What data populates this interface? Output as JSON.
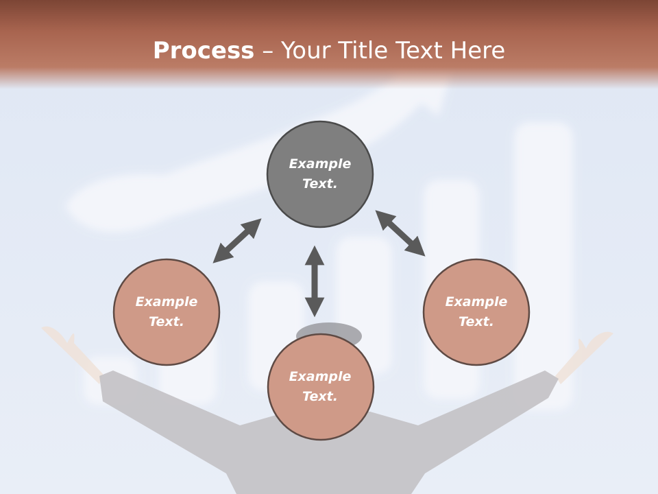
{
  "title": {
    "bold": "Process",
    "rest": " – Your Title Text Here"
  },
  "nodes": [
    {
      "id": "top",
      "line1": "Example",
      "line2": "Text.",
      "fill": "#7f7f7f"
    },
    {
      "id": "left",
      "line1": "Example",
      "line2": "Text.",
      "fill": "#cf9a88"
    },
    {
      "id": "bottom",
      "line1": "Example",
      "line2": "Text.",
      "fill": "#cf9a88"
    },
    {
      "id": "right",
      "line1": "Example",
      "line2": "Text.",
      "fill": "#cf9a88"
    }
  ],
  "colors": {
    "title_band": "#a8644f",
    "circle_stroke": "#4a4a4a",
    "arrow": "#5a5a5a",
    "background_sky": "#e6ecf6"
  },
  "icons": [
    "double-arrow-icon"
  ]
}
